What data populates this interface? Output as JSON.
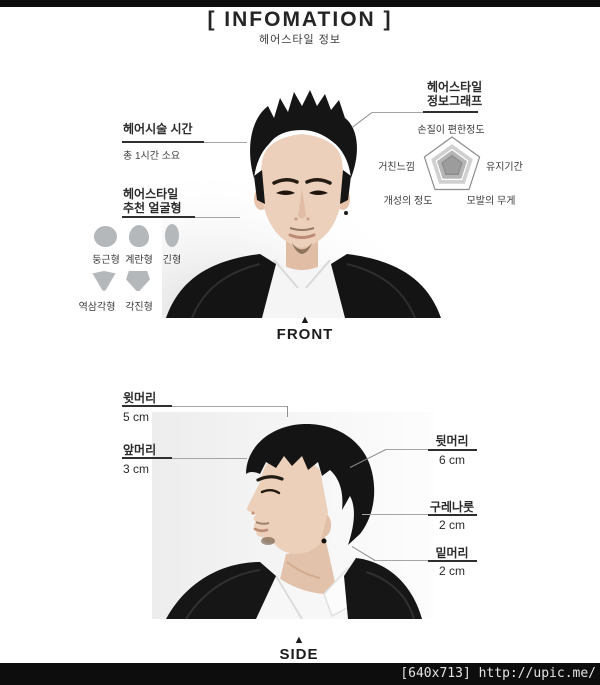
{
  "page": {
    "title": "[ INFOMATION ]",
    "subtitle": "헤어스타일 정보",
    "watermark": "[640x713] http://upic.me/",
    "marker_icon": "▲"
  },
  "front": {
    "marker": "FRONT",
    "treatment_time": {
      "title": "헤어시술 시간",
      "desc": "총 1시간 소요"
    },
    "face_shapes": {
      "title1": "헤어스타일",
      "title2": "추천 얼굴형",
      "items": [
        {
          "label": "둥근형",
          "shape": "round"
        },
        {
          "label": "계란형",
          "shape": "egg"
        },
        {
          "label": "긴형",
          "shape": "long"
        },
        {
          "label": "역삼각형",
          "shape": "inverted-triangle"
        },
        {
          "label": "각진형",
          "shape": "angular"
        }
      ]
    },
    "graph": {
      "title1": "헤어스타일",
      "title2": "정보그래프"
    }
  },
  "side": {
    "marker": "SIDE",
    "left_labels": [
      {
        "title": "윗머리",
        "value": "5 cm"
      },
      {
        "title": "앞머리",
        "value": "3 cm"
      }
    ],
    "right_labels": [
      {
        "title": "뒷머리",
        "value": "6 cm"
      },
      {
        "title": "구레나룻",
        "value": "2 cm"
      },
      {
        "title": "밑머리",
        "value": "2 cm"
      }
    ]
  },
  "chart_data": {
    "type": "radar",
    "title": "헤어스타일 정보그래프",
    "axes": [
      "손질이 편한정도",
      "유지기간",
      "모발의 무게",
      "개성의 정도",
      "거친느낌"
    ],
    "levels": 4,
    "ring_scales": [
      1.0,
      0.78,
      0.57,
      0.36
    ],
    "ring_fills": [
      "#ffffff",
      "#d0d0d0",
      "#b5b5b5",
      "#9c9c9c"
    ],
    "ring_strokes": [
      "#8c8c8c",
      "#ffffff",
      "#ffffff",
      "#8c8c8c"
    ],
    "series": [],
    "legend": "none",
    "note": "concentric pentagon guide rings; no plotted series visible"
  },
  "colors": {
    "bar": "#0d0d0d",
    "text_dark": "#2b2b2b",
    "line_dark": "#2f2f2f",
    "line_thin": "#a5a5a5",
    "shape_gray": "#b4b8bb",
    "watermark_text": "#e3e3e3"
  }
}
